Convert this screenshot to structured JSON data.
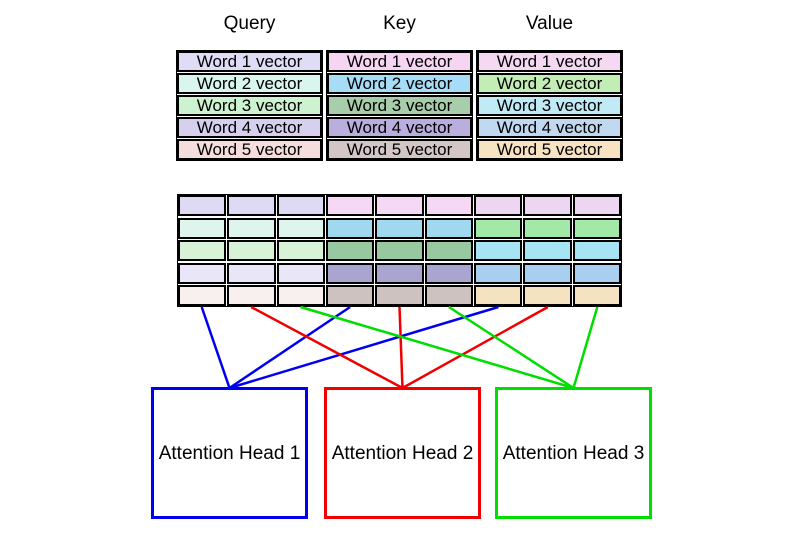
{
  "diagram": {
    "background": "#ffffff",
    "columns": [
      {
        "header": "Query",
        "rows": [
          {
            "label": "Word 1 vector",
            "color": "#dedcf6"
          },
          {
            "label": "Word 2 vector",
            "color": "#d9f6ee"
          },
          {
            "label": "Word 3 vector",
            "color": "#cdf2d0"
          },
          {
            "label": "Word 4 vector",
            "color": "#d6d0ee"
          },
          {
            "label": "Word 5 vector",
            "color": "#f6dddd"
          }
        ]
      },
      {
        "header": "Key",
        "rows": [
          {
            "label": "Word 1 vector",
            "color": "#f6d5f2"
          },
          {
            "label": "Word 2 vector",
            "color": "#a6dcf5"
          },
          {
            "label": "Word 3 vector",
            "color": "#a8cdaa"
          },
          {
            "label": "Word 4 vector",
            "color": "#b9aedd"
          },
          {
            "label": "Word 5 vector",
            "color": "#d2c6c6"
          }
        ]
      },
      {
        "header": "Value",
        "rows": [
          {
            "label": "Word 1 vector",
            "color": "#f5d9f2"
          },
          {
            "label": "Word 2 vector",
            "color": "#c2eeb6"
          },
          {
            "label": "Word 3 vector",
            "color": "#c0eaf6"
          },
          {
            "label": "Word 4 vector",
            "color": "#c0d9f0"
          },
          {
            "label": "Word 5 vector",
            "color": "#f7e3c2"
          }
        ]
      }
    ],
    "concat_matrix": {
      "rows": 5,
      "cols": 9,
      "cell_colors": [
        [
          "#dedaf4",
          "#dedaf4",
          "#dedaf4",
          "#f6d8f4",
          "#f6d8f4",
          "#f6d8f4",
          "#edd6f1",
          "#edd6f1",
          "#edd6f1"
        ],
        [
          "#def5ed",
          "#def5ed",
          "#def5ed",
          "#a0d8f0",
          "#a0d8f0",
          "#a0d8f0",
          "#a2e8a6",
          "#a2e8a6",
          "#a2e8a6"
        ],
        [
          "#d8f2d8",
          "#d8f2d8",
          "#d8f2d8",
          "#98c8a0",
          "#98c8a0",
          "#98c8a0",
          "#a6e4f4",
          "#a6e4f4",
          "#a6e4f4"
        ],
        [
          "#e9e7f7",
          "#e9e7f7",
          "#e9e7f7",
          "#aaa5d0",
          "#aaa5d0",
          "#aaa5d0",
          "#a8cef0",
          "#a8cef0",
          "#a8cef0"
        ],
        [
          "#f8f0ef",
          "#f8f0ef",
          "#f8f0ef",
          "#cec2c0",
          "#cec2c0",
          "#cec2c0",
          "#f5e2c0",
          "#f5e2c0",
          "#f5e2c0"
        ]
      ]
    },
    "attention_heads": [
      {
        "label": "Attention Head 1",
        "color": "#0000f0",
        "source_columns": [
          1,
          4,
          7
        ]
      },
      {
        "label": "Attention Head 2",
        "color": "#f00000",
        "source_columns": [
          2,
          5,
          8
        ]
      },
      {
        "label": "Attention Head 3",
        "color": "#00dd00",
        "source_columns": [
          3,
          6,
          9
        ]
      }
    ]
  }
}
